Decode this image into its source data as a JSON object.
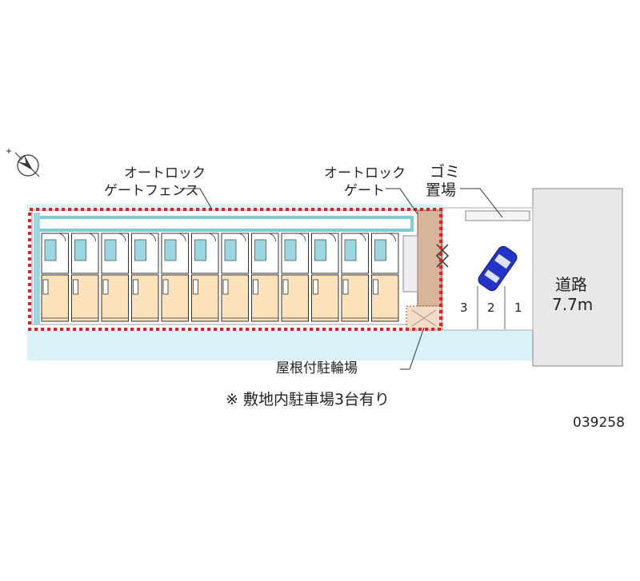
{
  "labels": {
    "auto_lock_fence_1": "オートロック",
    "auto_lock_fence_2": "ゲートフェンス",
    "auto_lock_gate_1": "オートロック",
    "auto_lock_gate_2": "ゲート",
    "garbage_1": "ゴミ",
    "garbage_2": "置場",
    "road_1": "道路",
    "road_2": "7.7m",
    "bicycle": "屋根付駐輪場",
    "note": "※ 敷地内駐車場3台有り",
    "code": "039258"
  },
  "parking_slots": [
    "3",
    "2",
    "1"
  ],
  "units": 12,
  "colors": {
    "site_outline": "#e02020",
    "wall": "#9ad7e0",
    "unit_floor": "#fbe2bb",
    "road": "#e8e8e8",
    "sidewalk": "#d8f2f5",
    "car": "#2335c8",
    "brick": "#d8b49c"
  }
}
